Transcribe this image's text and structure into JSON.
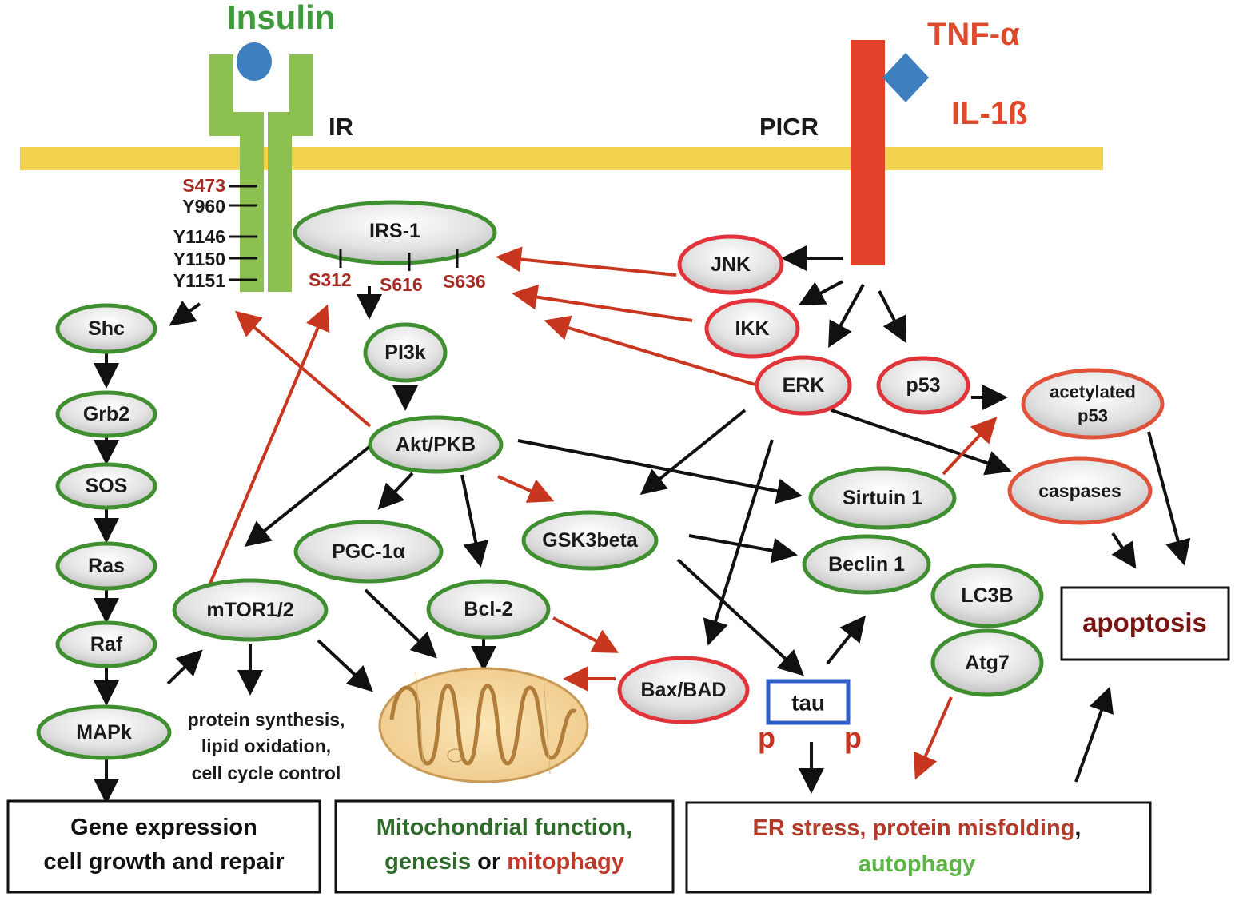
{
  "ligands": {
    "insulin": "Insulin",
    "tnf": "TNF-α",
    "il1": "IL-1ß"
  },
  "receptors": {
    "ir": "IR",
    "picr": "PICR"
  },
  "ir_sites": [
    "S473",
    "Y960",
    "Y1146",
    "Y1150",
    "Y1151"
  ],
  "irs1_sites": [
    "S312",
    "S616",
    "S636"
  ],
  "nodes": {
    "irs1": "IRS-1",
    "shc": "Shc",
    "grb2": "Grb2",
    "sos": "SOS",
    "ras": "Ras",
    "raf": "Raf",
    "mapk": "MAPk",
    "pi3k": "PI3k",
    "akt": "Akt/PKB",
    "mtor": "mTOR1/2",
    "pgc1a": "PGC-1α",
    "bcl2": "Bcl-2",
    "gsk3b": "GSK3beta",
    "baxbad": "Bax/BAD",
    "jnk": "JNK",
    "ikk": "IKK",
    "erk": "ERK",
    "p53": "p53",
    "acetylated_p53_line1": "acetylated",
    "acetylated_p53_line2": "p53",
    "caspases": "caspases",
    "sirtuin1": "Sirtuin 1",
    "beclin1": "Beclin 1",
    "lc3b": "LC3B",
    "atg7": "Atg7",
    "tau": "tau",
    "tau_p": "p"
  },
  "mtor_outputs": [
    "protein synthesis,",
    "lipid oxidation,",
    "cell cycle control"
  ],
  "outcomes": {
    "gene_line1": "Gene expression",
    "gene_line2": "cell growth and repair",
    "mito_part1": "Mitochondrial function,",
    "mito_part2": "genesis",
    "mito_part3": " or ",
    "mito_part4": "mitophagy",
    "er_part1": "ER stress, protein misfolding",
    "er_part2": ",",
    "er_part3": "autophagy",
    "apoptosis": "apoptosis"
  },
  "colors": {
    "membrane": "#f2d34d",
    "insulin_receptor": "#8cc152",
    "picr": "#e4412a",
    "ligand_blue": "#3d7fbf",
    "green_outline": "#3f8e2f",
    "red_outline": "#e0343a",
    "red_arrow": "#c9361f",
    "black_arrow": "#111111"
  }
}
